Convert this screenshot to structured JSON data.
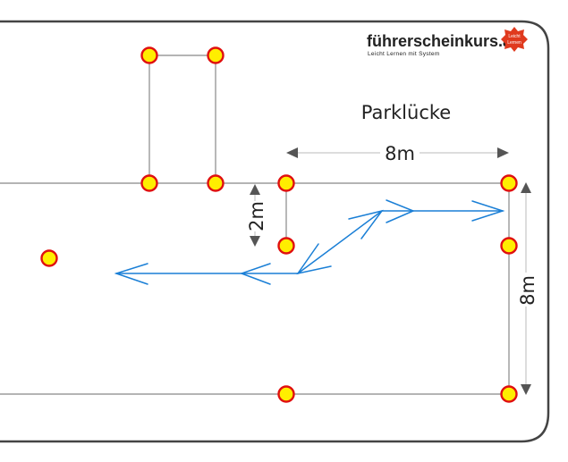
{
  "logo": {
    "brand": "führerscheinkurs.at",
    "tagline": "Leicht Lernen mit System",
    "badge_line1": "Leicht",
    "badge_line2": "Lernen"
  },
  "labels": {
    "parking_space": "Parklücke",
    "width": "8m",
    "depth": "2m",
    "length": "8m"
  },
  "colors": {
    "cone_fill": "#ffee00",
    "cone_ring": "#e01010",
    "line": "#888888",
    "path": "#1a7fd6",
    "dimension": "#555555",
    "frame": "#444444"
  }
}
